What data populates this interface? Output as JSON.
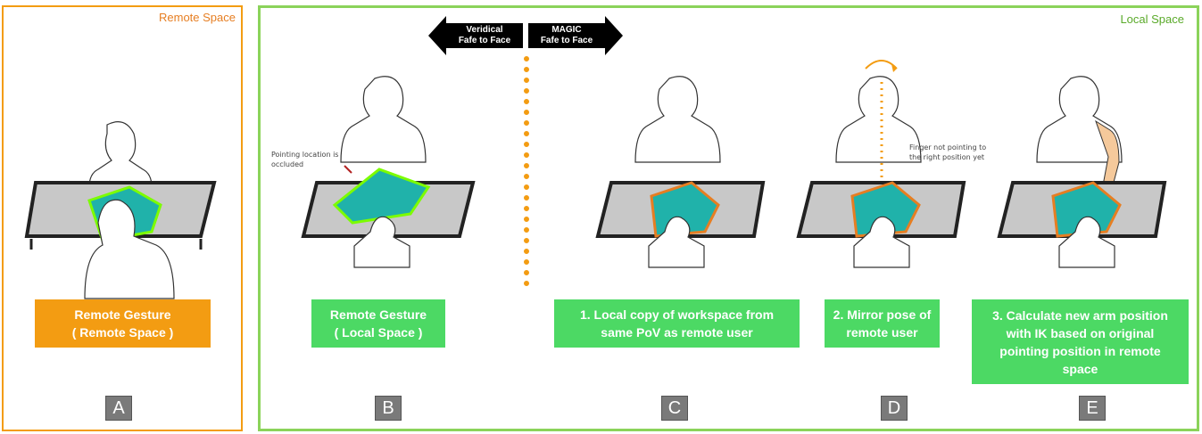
{
  "frames": {
    "remote_label": "Remote Space",
    "local_label": "Local Space"
  },
  "arrows": {
    "left": "Veridical\nFafe to Face",
    "right": "MAGIC\nFafe to Face"
  },
  "notes": {
    "occluded": "Pointing location is\noccluded",
    "finger": "Finger not pointing to\nthe right position yet"
  },
  "panels": [
    {
      "caption": "Remote Gesture\n( Remote Space )",
      "letter": "A"
    },
    {
      "caption": "Remote Gesture\n( Local Space )",
      "letter": "B"
    },
    {
      "caption": "1. Local copy of workspace from\nsame PoV as remote user",
      "letter": "C"
    },
    {
      "caption": "2. Mirror pose of\nremote user",
      "letter": "D"
    },
    {
      "caption": "3. Calculate new arm position\nwith IK based on original\npointing position in remote\nspace",
      "letter": "E"
    }
  ],
  "colors": {
    "remote": "#F39C12",
    "local": "#8BD35A",
    "caption_green": "#4CD964",
    "divider": "#F39C12",
    "workspace": "#20B2AA"
  }
}
